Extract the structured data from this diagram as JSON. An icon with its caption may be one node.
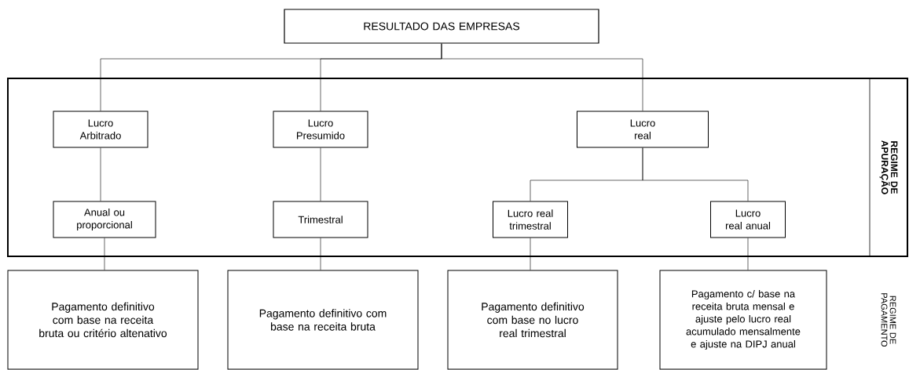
{
  "diagram": {
    "nodes": [
      {
        "text": [
          "RESULTADO DAS EMPRESAS"
        ]
      },
      {
        "text": [
          "REGIME DE APURAÇÃO"
        ]
      },
      {
        "text": [
          "Lucro Arbitrado"
        ],
        "in": 1
      },
      {
        "text": [
          "Lucro Presumido"
        ],
        "in": 1
      },
      {
        "text": [
          "Lucro real"
        ],
        "in": 1
      },
      {
        "text": [
          "Anual ou proporcional"
        ],
        "in": 1
      },
      {
        "text": [
          "Trimestral"
        ],
        "in": 1
      },
      {
        "text": [
          "Lucro real trimestral"
        ],
        "in": 1
      },
      {
        "text": [
          "Lucro real anual"
        ],
        "in": 1
      },
      {
        "text": [
          "Pagamento definitivo com base na receita bruta ou critério altenativo"
        ]
      },
      {
        "text": [
          "Pagamento definitivo com base na receita bruta"
        ]
      },
      {
        "text": [
          "Pagamento definitivo com base no lucro real trimestral"
        ]
      },
      {
        "text": [
          "Pagamento c/ base na receita bruta mensal e ajuste pelo lucro real acumulado mensalmente e ajuste na DIPJ anual"
        ]
      }
    ],
    "edges": [
      {
        "from": 0,
        "to": 2,
        "arrow": "none"
      },
      {
        "from": 0,
        "to": 3,
        "arrow": "none"
      },
      {
        "from": 0,
        "to": 4,
        "arrow": "none"
      },
      {
        "from": 2,
        "to": 5,
        "arrow": "none"
      },
      {
        "from": 3,
        "to": 6,
        "arrow": "none"
      },
      {
        "from": 4,
        "to": 7,
        "arrow": "none"
      },
      {
        "from": 4,
        "to": 8,
        "arrow": "none"
      },
      {
        "from": 5,
        "to": 9,
        "arrow": "none"
      },
      {
        "from": 6,
        "to": 10,
        "arrow": "none"
      },
      {
        "from": 7,
        "to": 11,
        "arrow": "none"
      },
      {
        "from": 8,
        "to": 12,
        "arrow": "none"
      }
    ],
    "labels": [
      "REGIME DE PAGAMENTO"
    ]
  }
}
